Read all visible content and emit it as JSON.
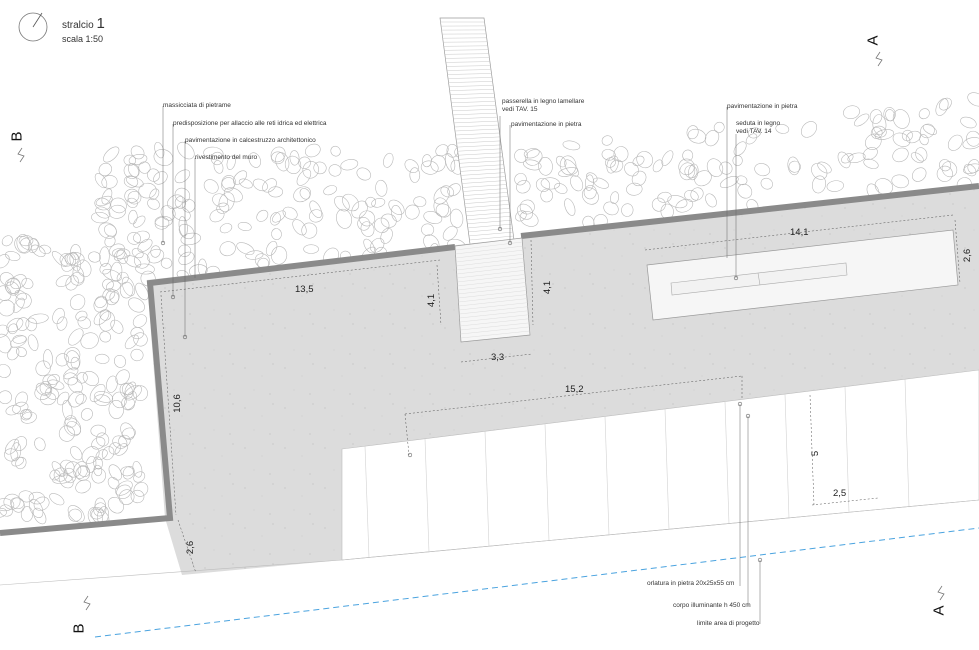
{
  "header": {
    "stralcio_label": "stralcio",
    "stralcio_number": "1",
    "scale": "scala 1:50"
  },
  "section_marks": {
    "a": "A",
    "b": "B"
  },
  "annotations": {
    "masscicciata": "massicciata di pietrame",
    "predisposizione": "predisposizione per allaccio alle reti idrica ed elettrica",
    "pav_calcestruzzo": "pavimentazione in calcestruzzo architettonico",
    "rivestimento": "rivestimento del muro",
    "passerella_line1": "passerella in legno lamellare",
    "passerella_line2": "vedi TAV. 15",
    "pav_pietra_centro": "pavimentazione in pietra",
    "pav_pietra_dx": "pavimentazione in pietra",
    "seduta_line1": "seduta in legno",
    "seduta_line2": "vedi TAV. 14",
    "orlatura": "orlatura in pietra  20x25x55 cm",
    "corpo": "corpo illuminante h 450 cm",
    "limite": "limite area di progetto"
  },
  "dimensions": {
    "d13_5": "13,5",
    "d4_1_left": "4,1",
    "d4_1_right": "4,1",
    "d3_3": "3,3",
    "d14_1": "14,1",
    "d2_6_top": "2,6",
    "d15_2": "15,2",
    "d10_6": "10,6",
    "d5": "5",
    "d2_5": "2,5",
    "d2_6_bottom": "2,6"
  },
  "colors": {
    "paving": "#dcdcdc",
    "wall": "#8a8a8a",
    "stone_paving": "#f6f6f6",
    "boundary": "#4aa3df",
    "stones": "#b9b9b9"
  }
}
